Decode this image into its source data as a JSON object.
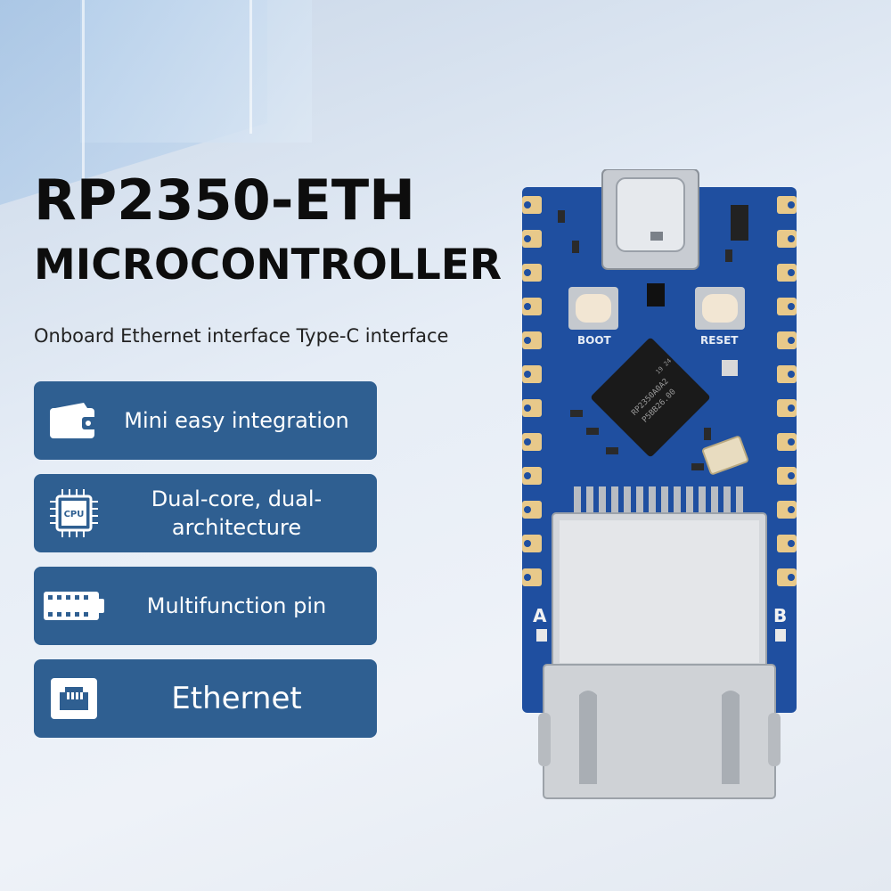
{
  "title_line1": "RP2350-ETH",
  "title_line2": "MICROCONTROLLER",
  "subtitle": "Onboard Ethernet interface Type-C interface",
  "features": [
    {
      "icon": "wallet-icon",
      "label": "Mini easy integration"
    },
    {
      "icon": "cpu-icon",
      "label": "Dual-core, dual-architecture",
      "icon_text": "CPU"
    },
    {
      "icon": "pin-header-icon",
      "label": "Multifunction pin"
    },
    {
      "icon": "ethernet-port-icon",
      "label": "Ethernet"
    }
  ],
  "board": {
    "chip_text_1": "RP2350A0A2",
    "chip_text_2": "P5BB26.00",
    "chip_text_3": "19 24",
    "boot_label": "BOOT",
    "reset_label": "RESET",
    "label_a": "A",
    "label_b": "B"
  },
  "colors": {
    "feature_bg": "#2f5f91",
    "pcb": "#1f4fa0",
    "pad": "#e8c98a"
  }
}
